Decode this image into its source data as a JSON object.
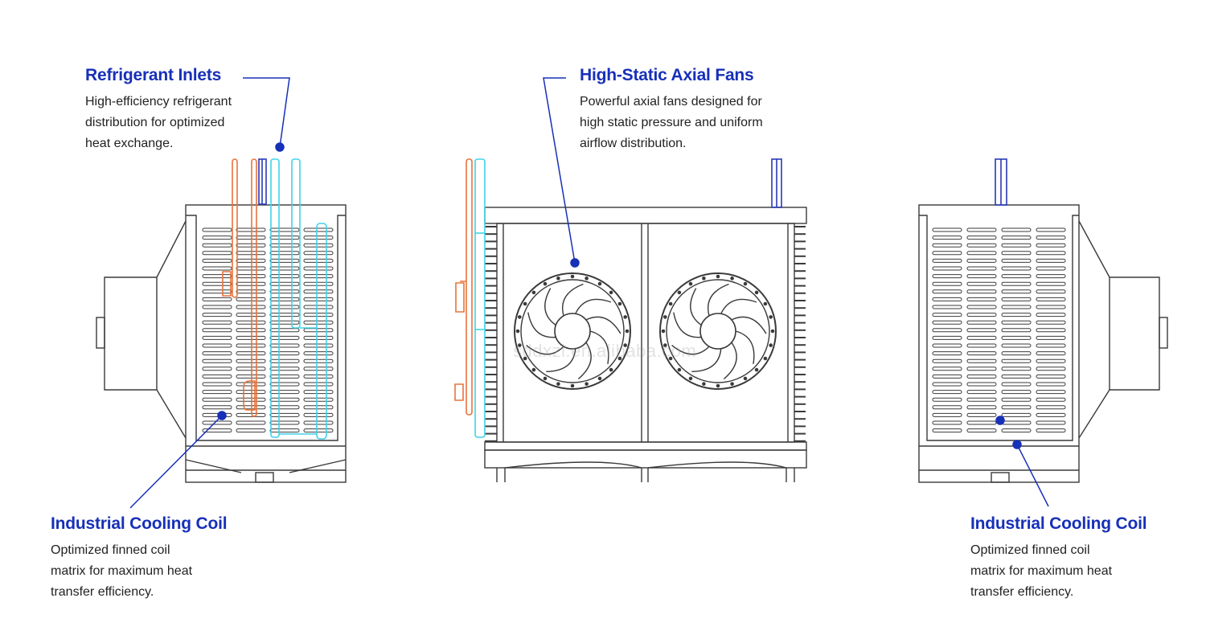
{
  "callouts": {
    "refrigerant_inlets": {
      "title": "Refrigerant Inlets",
      "description": "High-efficiency refrigerant\ndistribution for optimized\nheat exchange."
    },
    "axial_fans": {
      "title": "High-Static Axial Fans",
      "description": "Powerful axial fans designed for\nhigh static pressure and uniform\nairflow distribution."
    },
    "cooling_coil_left": {
      "title": "Industrial Cooling Coil",
      "description": "Optimized finned coil\nmatrix for maximum heat\ntransfer efficiency."
    },
    "cooling_coil_right": {
      "title": "Industrial Cooling Coil",
      "description": "Optimized finned coil\nmatrix for maximum heat\ntransfer efficiency."
    }
  },
  "watermark": "sddxzl.en.alibaba.com",
  "colors": {
    "accent": "#1730b8",
    "line": "#3a3a3a",
    "copper_pipe": "#e8733a",
    "cyan_pipe": "#3fd3e8",
    "inlet_pipe": "#2a3ab8"
  }
}
